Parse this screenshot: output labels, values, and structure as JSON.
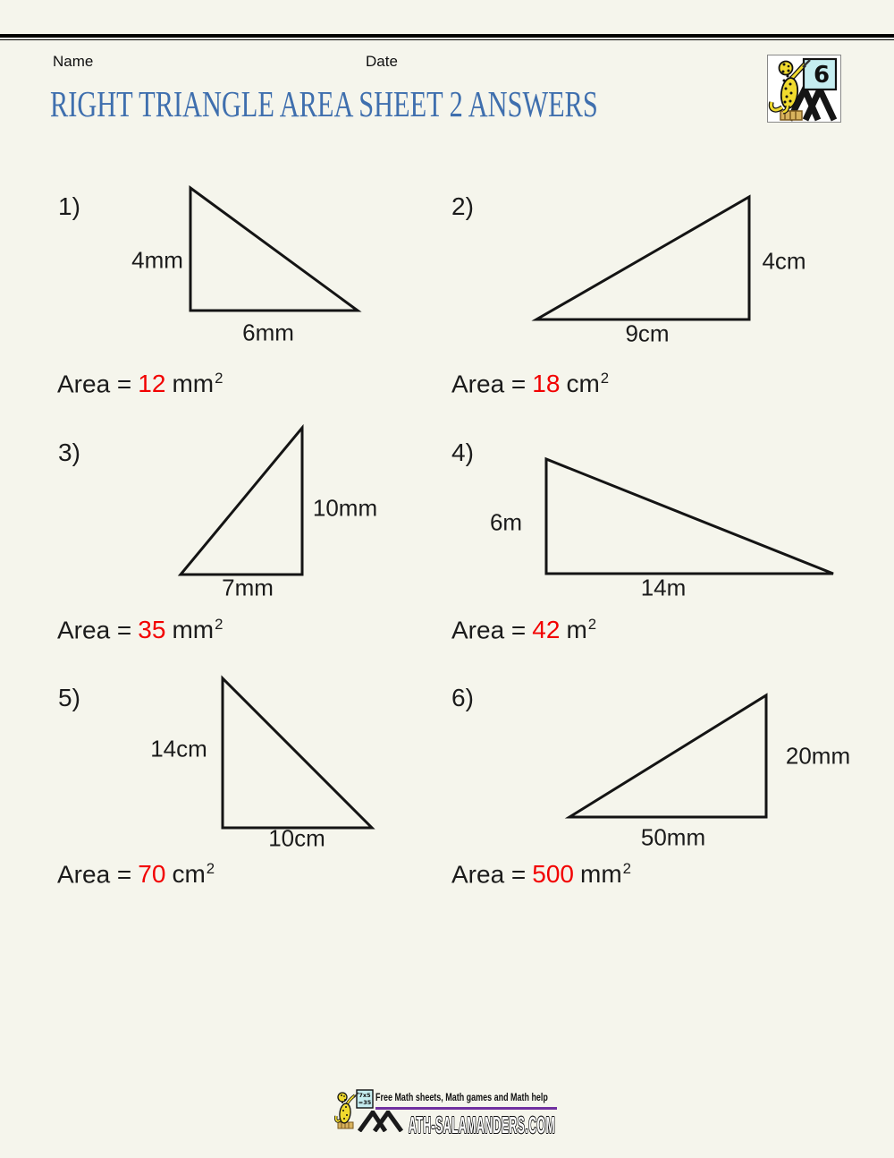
{
  "page": {
    "name_label": "Name",
    "date_label": "Date",
    "background": "#f5f5ec"
  },
  "title": {
    "text": "RIGHT TRIANGLE AREA SHEET 2 ANSWERS",
    "color": "#3f6fae"
  },
  "logo": {
    "badge_number": "6"
  },
  "colors": {
    "title_blue": "#3f6fae",
    "answer_red": "#f20000",
    "ink_black": "#1b1b1b",
    "footer_purple": "#7030a0",
    "salamander_yellow": "#f0da2e",
    "board_cyan": "#c5edf0"
  },
  "problems": [
    {
      "number": "1)",
      "side_label": "4mm",
      "base_label": "6mm",
      "area_prefix": "Area =",
      "area_value": "12",
      "area_unit": "mm",
      "area_exponent": "2",
      "shape_points": "213,210 213,347 400,347"
    },
    {
      "number": "2)",
      "side_label": "4cm",
      "base_label": "9cm",
      "area_prefix": "Area =",
      "area_value": "18",
      "area_unit": "cm",
      "area_exponent": "2",
      "shape_points": "838,220 838,357 600,357"
    },
    {
      "number": "3)",
      "side_label": "10mm",
      "base_label": "7mm",
      "area_prefix": "Area =",
      "area_value": "35",
      "area_unit": "mm",
      "area_exponent": "2",
      "shape_points": "338,478 338,642 202,642"
    },
    {
      "number": "4)",
      "side_label": "6m",
      "base_label": "14m",
      "area_prefix": "Area =",
      "area_value": "42",
      "area_unit": "m",
      "area_exponent": "2",
      "shape_points": "611,513 611,641 932,641"
    },
    {
      "number": "5)",
      "side_label": "14cm",
      "base_label": "10cm",
      "area_prefix": "Area =",
      "area_value": "70",
      "area_unit": "cm",
      "area_exponent": "2",
      "shape_points": "249,758 249,925 416,925"
    },
    {
      "number": "6)",
      "side_label": "20mm",
      "base_label": "50mm",
      "area_prefix": "Area =",
      "area_value": "500",
      "area_unit": "mm",
      "area_exponent": "2",
      "shape_points": "857,777 857,913 637,913"
    }
  ],
  "footer": {
    "tagline": "Free Math sheets, Math games and Math help",
    "site_suffix": "ATH-SALAMANDERS.COM",
    "board_line1": "7x5",
    "board_line2": "=35"
  }
}
